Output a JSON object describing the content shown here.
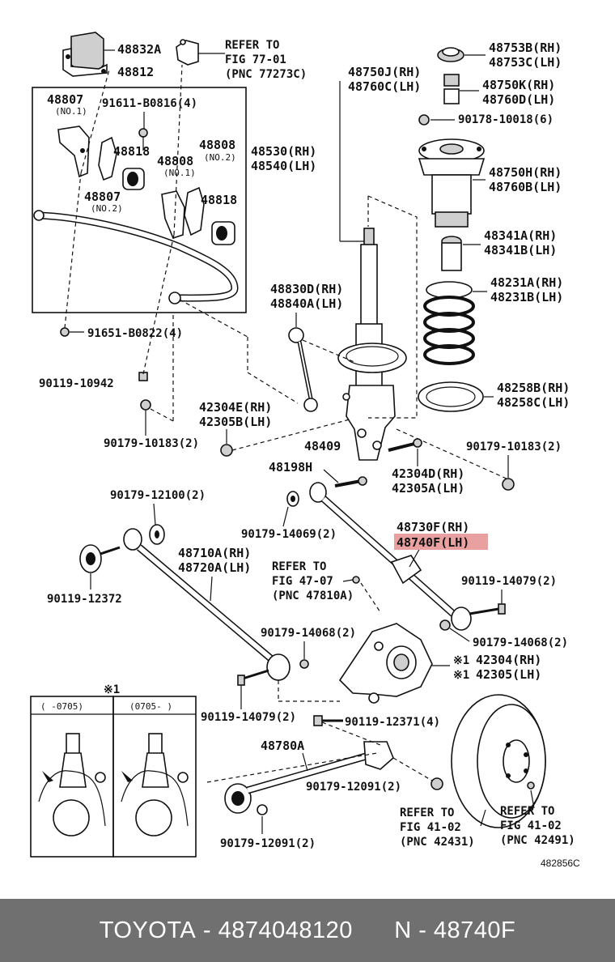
{
  "labels": {
    "l48832A": "48832A",
    "l48812": "48812",
    "refer1a": "REFER TO",
    "refer1b": "FIG 77-01",
    "refer1c": "(PNC 77273C)",
    "l48807a": "48807",
    "l48807a_sub": "(NO.1)",
    "l91611": "91611-B0816(4)",
    "l48818a": "48818",
    "l48808a": "48808",
    "l48808a_sub": "(NO.2)",
    "l48808b": "48808",
    "l48808b_sub": "(NO.1)",
    "l48807b": "48807",
    "l48807b_sub": "(NO.2)",
    "l48818b": "48818",
    "l91651": "91651-B0822(4)",
    "l90119_10942": "90119-10942",
    "l90179_10183a": "90179-10183(2)",
    "l48750J": "48750J(RH)",
    "l48760C": "48760C(LH)",
    "l48530": "48530(RH)",
    "l48540": "48540(LH)",
    "l48830D": "48830D(RH)",
    "l48840A": "48840A(LH)",
    "l42304E": "42304E(RH)",
    "l42305B": "42305B(LH)",
    "l48409": "48409",
    "l48753B": "48753B(RH)",
    "l48753C": "48753C(LH)",
    "l48750K": "48750K(RH)",
    "l48760D": "48760D(LH)",
    "l90178": "90178-10018(6)",
    "l48750H": "48750H(RH)",
    "l48760B": "48760B(LH)",
    "l48341A": "48341A(RH)",
    "l48341B": "48341B(LH)",
    "l48231A": "48231A(RH)",
    "l48231B": "48231B(LH)",
    "l48258B": "48258B(RH)",
    "l48258C": "48258C(LH)",
    "l90179_10183b": "90179-10183(2)",
    "l42304D": "42304D(RH)",
    "l42305A": "42305A(LH)",
    "l48198H": "48198H",
    "l90179_12100": "90179-12100(2)",
    "l90179_14069": "90179-14069(2)",
    "l48730F": "48730F(RH)",
    "l48740F": "48740F(LH)",
    "l90119_12372": "90119-12372",
    "l48710A": "48710A(RH)",
    "l48720A": "48720A(LH)",
    "refer2a": "REFER TO",
    "refer2b": "FIG 47-07",
    "refer2c": "(PNC 47810A)",
    "l90119_14079a": "90119-14079(2)",
    "l90179_14068a": "90179-14068(2)",
    "l90179_14068b": "90179-14068(2)",
    "l42304": "42304(RH)",
    "l42305": "42305(LH)",
    "mark1": "※1",
    "mark2": "※1",
    "mark3": "※1",
    "box1_title": "(   -0705)",
    "box2_title": "(0705-   )",
    "l90119_14079b": "90119-14079(2)",
    "l90119_12371": "90119-12371(4)",
    "l48780A": "48780A",
    "l90179_12091a": "90179-12091(2)",
    "l90179_12091b": "90179-12091(2)",
    "refer3a": "REFER TO",
    "refer3b": "FIG 41-02",
    "refer3c": "(PNC 42431)",
    "refer4a": "REFER TO",
    "refer4b": "FIG 41-02",
    "refer4c": "(PNC 42491)",
    "code": "482856C"
  },
  "footer": {
    "brand": "TOYOTA",
    "part_number": "4874048120",
    "pnc": "N - 48740F",
    "sep": " - "
  },
  "colors": {
    "highlight": "#e9a0a0",
    "footer_bg": "#707070"
  }
}
